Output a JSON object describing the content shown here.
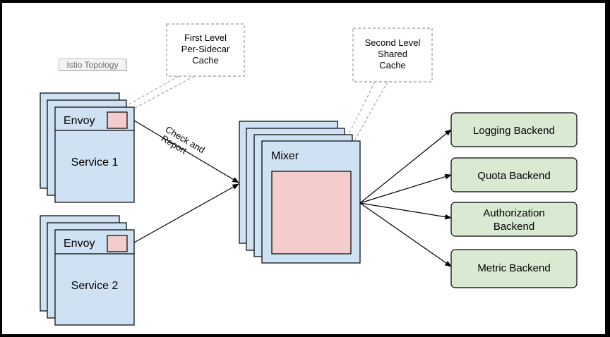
{
  "tag": "Istio Topology",
  "callouts": {
    "first": [
      "First Level",
      "Per-Sidecar",
      "Cache"
    ],
    "second": [
      "Second Level",
      "Shared",
      "Cache"
    ]
  },
  "services": [
    {
      "proxy": "Envoy",
      "name": "Service 1"
    },
    {
      "proxy": "Envoy",
      "name": "Service 2"
    }
  ],
  "mixer": {
    "label": "Mixer"
  },
  "edge_label": [
    "Check and",
    "Report"
  ],
  "backends": [
    {
      "lines": [
        "Logging Backend"
      ]
    },
    {
      "lines": [
        "Quota Backend"
      ]
    },
    {
      "lines": [
        "Authorization",
        "Backend"
      ]
    },
    {
      "lines": [
        "Metric Backend"
      ]
    }
  ],
  "colors": {
    "service_fill": "#cfe2f3",
    "cache_fill": "#f4cccc",
    "backend_fill": "#d9ead3",
    "stroke": "#000000",
    "dash": "#999999"
  }
}
